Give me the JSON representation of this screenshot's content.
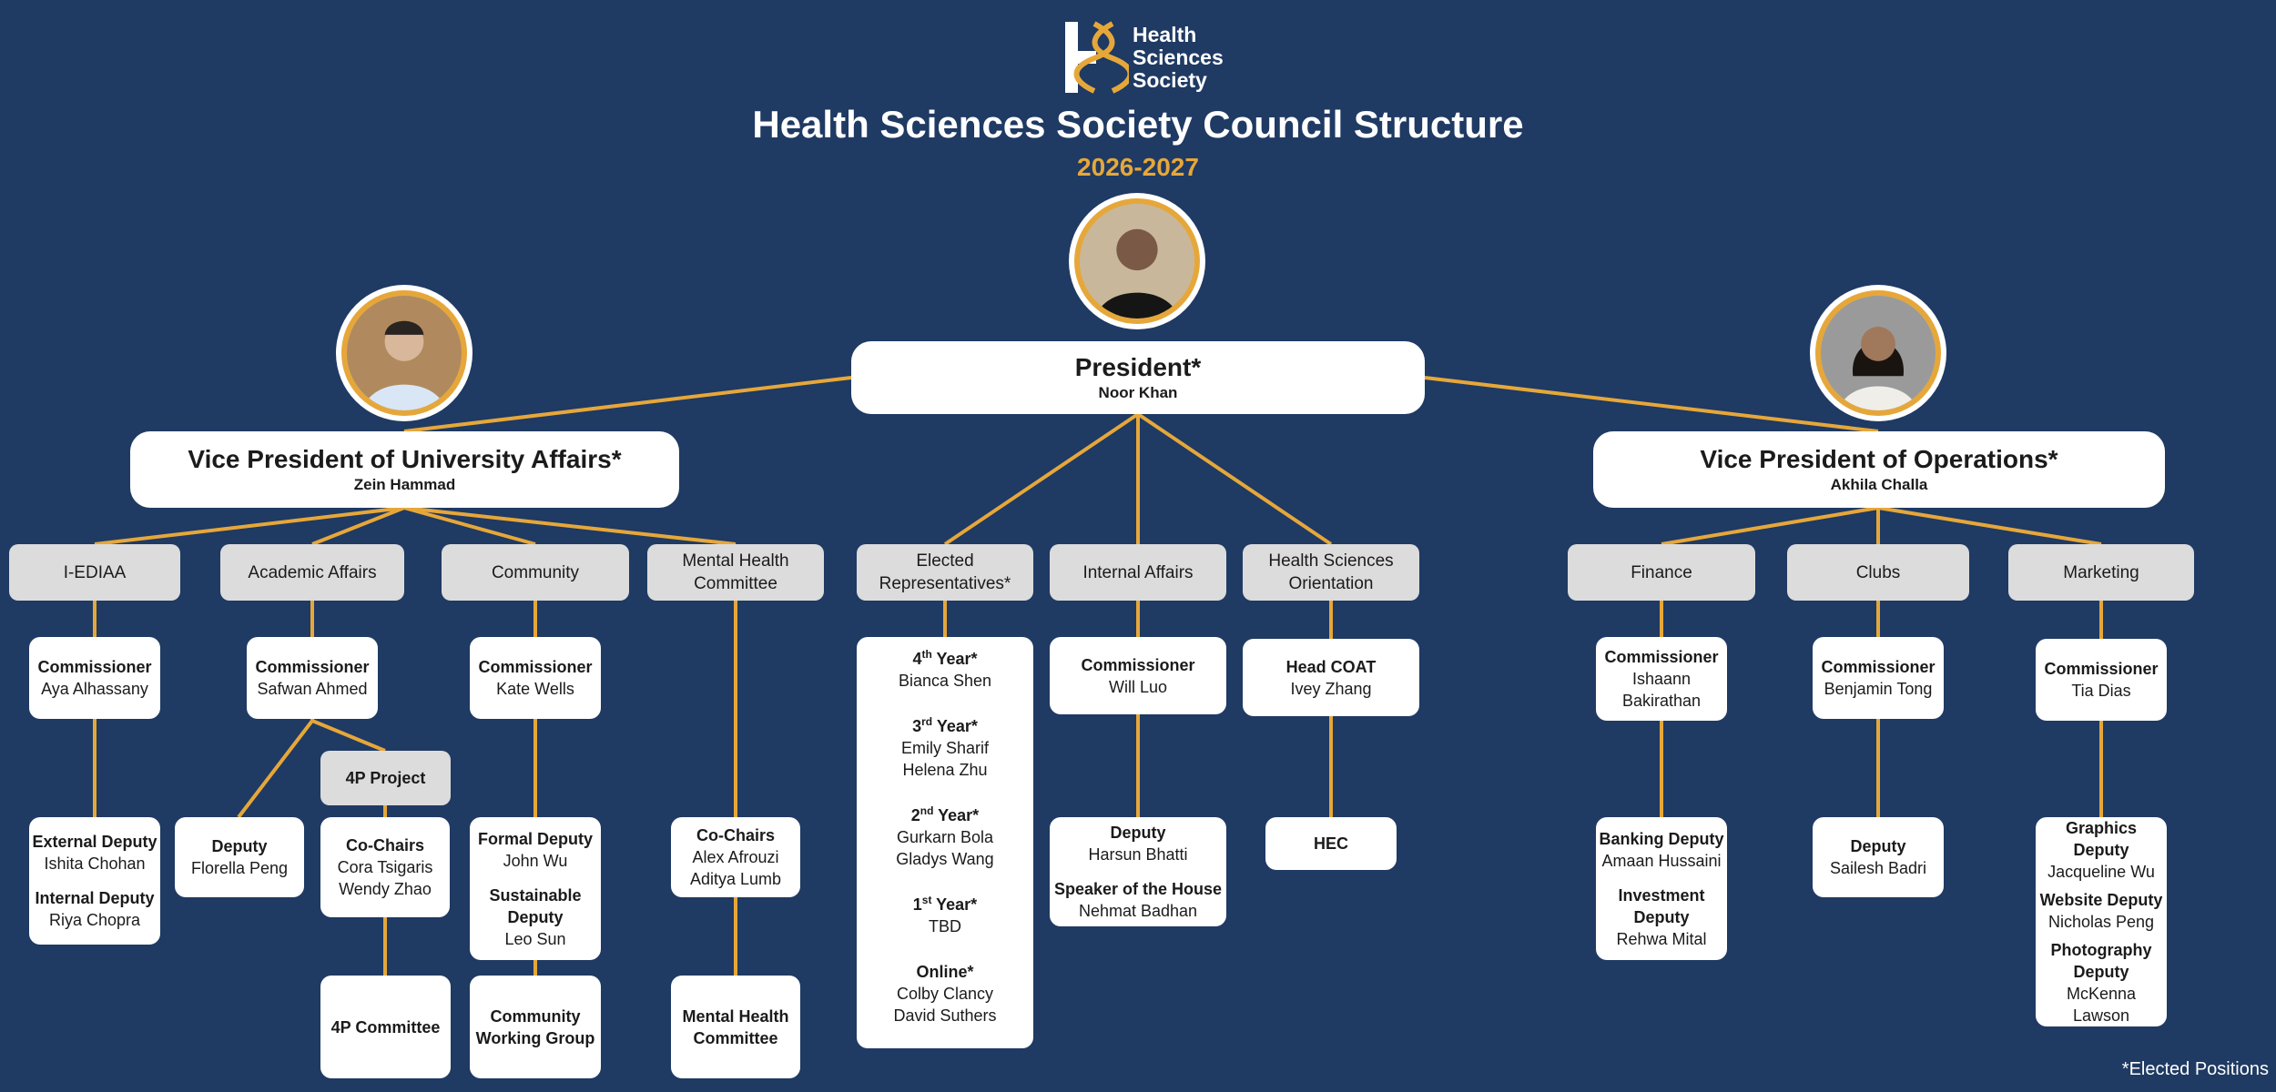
{
  "header": {
    "logo_text": [
      "Health",
      "Sciences",
      "Society"
    ],
    "title": "Health Sciences Society Council Structure",
    "year": "2026-2027"
  },
  "colors": {
    "background": "#1f3a63",
    "accent": "#e6a73a",
    "card": "#ffffff",
    "dept": "#dcdcdc"
  },
  "president": {
    "title": "President*",
    "name": "Noor Khan"
  },
  "vp_ua": {
    "title": "Vice President of University Affairs*",
    "name": "Zein Hammad"
  },
  "vp_ops": {
    "title": "Vice President of Operations*",
    "name": "Akhila Challa"
  },
  "departments": {
    "iediaa": "I-EDIAA",
    "academic": "Academic Affairs",
    "community": "Community",
    "mental_health": [
      "Mental Health",
      "Committee"
    ],
    "elected": [
      "Elected",
      "Representatives*"
    ],
    "internal": "Internal Affairs",
    "hso": [
      "Health Sciences",
      "Orientation"
    ],
    "finance": "Finance",
    "clubs": "Clubs",
    "marketing": "Marketing"
  },
  "commissioners": {
    "iediaa": {
      "role": "Commissioner",
      "name": "Aya Alhassany"
    },
    "academic": {
      "role": "Commissioner",
      "name": "Safwan Ahmed"
    },
    "community": {
      "role": "Commissioner",
      "name": "Kate Wells"
    },
    "internal": {
      "role": "Commissioner",
      "name": "Will Luo"
    },
    "hso": {
      "role": "Head COAT",
      "name": "Ivey Zhang"
    },
    "finance": {
      "role": "Commissioner",
      "name": "Ishaann",
      "name2": "Bakirathan"
    },
    "clubs": {
      "role": "Commissioner",
      "name": "Benjamin Tong"
    },
    "marketing": {
      "role": "Commissioner",
      "name": "Tia Dias"
    }
  },
  "project_4p": "4P Project",
  "elected_reps": [
    {
      "n": "4",
      "sup": "th",
      "label": " Year*",
      "names": [
        "Bianca Shen"
      ]
    },
    {
      "n": "3",
      "sup": "rd",
      "label": " Year*",
      "names": [
        "Emily Sharif",
        "Helena Zhu"
      ]
    },
    {
      "n": "2",
      "sup": "nd",
      "label": " Year*",
      "names": [
        "Gurkarn Bola",
        "Gladys Wang"
      ]
    },
    {
      "n": "1",
      "sup": "st",
      "label": " Year*",
      "names": [
        "TBD"
      ]
    },
    {
      "n": "Online*",
      "sup": "",
      "label": "",
      "names": [
        "Colby Clancy",
        "David Suthers"
      ]
    }
  ],
  "deputies": {
    "iediaa": [
      {
        "role": "External Deputy",
        "name": "Ishita Chohan"
      },
      {
        "role": "Internal Deputy",
        "name": "Riya Chopra"
      }
    ],
    "academic": {
      "role": "Deputy",
      "name": "Florella Peng"
    },
    "cochairs_4p": {
      "role": "Co-Chairs",
      "names": [
        "Cora Tsigaris",
        "Wendy Zhao"
      ]
    },
    "community": [
      {
        "role": "Formal Deputy",
        "name": "John Wu"
      },
      {
        "role_lines": [
          "Sustainable",
          "Deputy"
        ],
        "name": "Leo Sun"
      }
    ],
    "mental_health": {
      "role": "Co-Chairs",
      "names": [
        "Alex Afrouzi",
        "Aditya Lumb"
      ]
    },
    "internal": [
      {
        "role": "Deputy",
        "name": "Harsun Bhatti"
      },
      {
        "role": "Speaker of the House",
        "name": "Nehmat Badhan"
      }
    ],
    "hso": "HEC",
    "finance": [
      {
        "role": "Banking Deputy",
        "name": "Amaan Hussaini"
      },
      {
        "role_lines": [
          "Investment",
          "Deputy"
        ],
        "name": "Rehwa Mital"
      }
    ],
    "clubs": {
      "role": "Deputy",
      "name": "Sailesh Badri"
    },
    "marketing": [
      {
        "role": "Graphics Deputy",
        "name": "Jacqueline Wu"
      },
      {
        "role": "Website Deputy",
        "name": "Nicholas Peng"
      },
      {
        "role_lines": [
          "Photography",
          "Deputy"
        ],
        "names": [
          "McKenna",
          "Lawson"
        ]
      }
    ]
  },
  "bottom": {
    "committee_4p": "4P Committee",
    "community_wg": [
      "Community",
      "Working Group"
    ],
    "mental_health_committee": [
      "Mental Health",
      "Committee"
    ]
  },
  "footnote": "*Elected Positions"
}
